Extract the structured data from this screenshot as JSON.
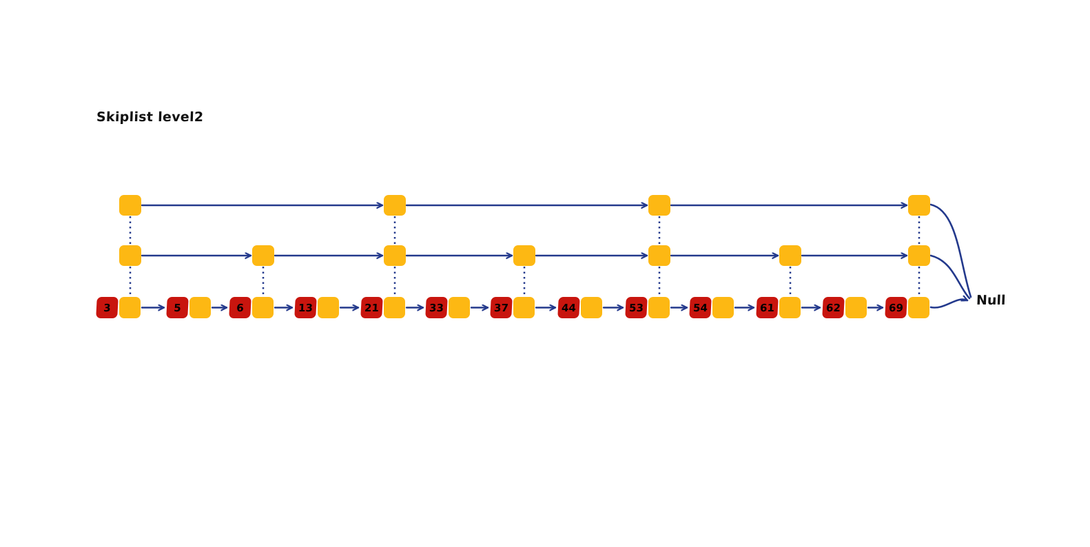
{
  "title": "Skiplist level2",
  "null_label": "Null",
  "colors": {
    "value_fill": "#c8150e",
    "pointer_fill": "#fdb813",
    "arrow": "#23398c",
    "label_text": "#111111"
  },
  "diagram": {
    "type": "skiplist",
    "level_count": 3,
    "nodes": [
      {
        "value": "3",
        "levels": [
          0,
          1,
          2
        ]
      },
      {
        "value": "5",
        "levels": [
          0
        ]
      },
      {
        "value": "6",
        "levels": [
          0,
          1
        ]
      },
      {
        "value": "13",
        "levels": [
          0
        ]
      },
      {
        "value": "21",
        "levels": [
          0,
          1,
          2
        ]
      },
      {
        "value": "33",
        "levels": [
          0
        ]
      },
      {
        "value": "37",
        "levels": [
          0,
          1
        ]
      },
      {
        "value": "44",
        "levels": [
          0
        ]
      },
      {
        "value": "53",
        "levels": [
          0,
          1,
          2
        ]
      },
      {
        "value": "54",
        "levels": [
          0
        ]
      },
      {
        "value": "61",
        "levels": [
          0,
          1
        ]
      },
      {
        "value": "62",
        "levels": [
          0
        ]
      },
      {
        "value": "69",
        "levels": [
          0,
          1,
          2
        ]
      }
    ],
    "terminal": "Null"
  }
}
